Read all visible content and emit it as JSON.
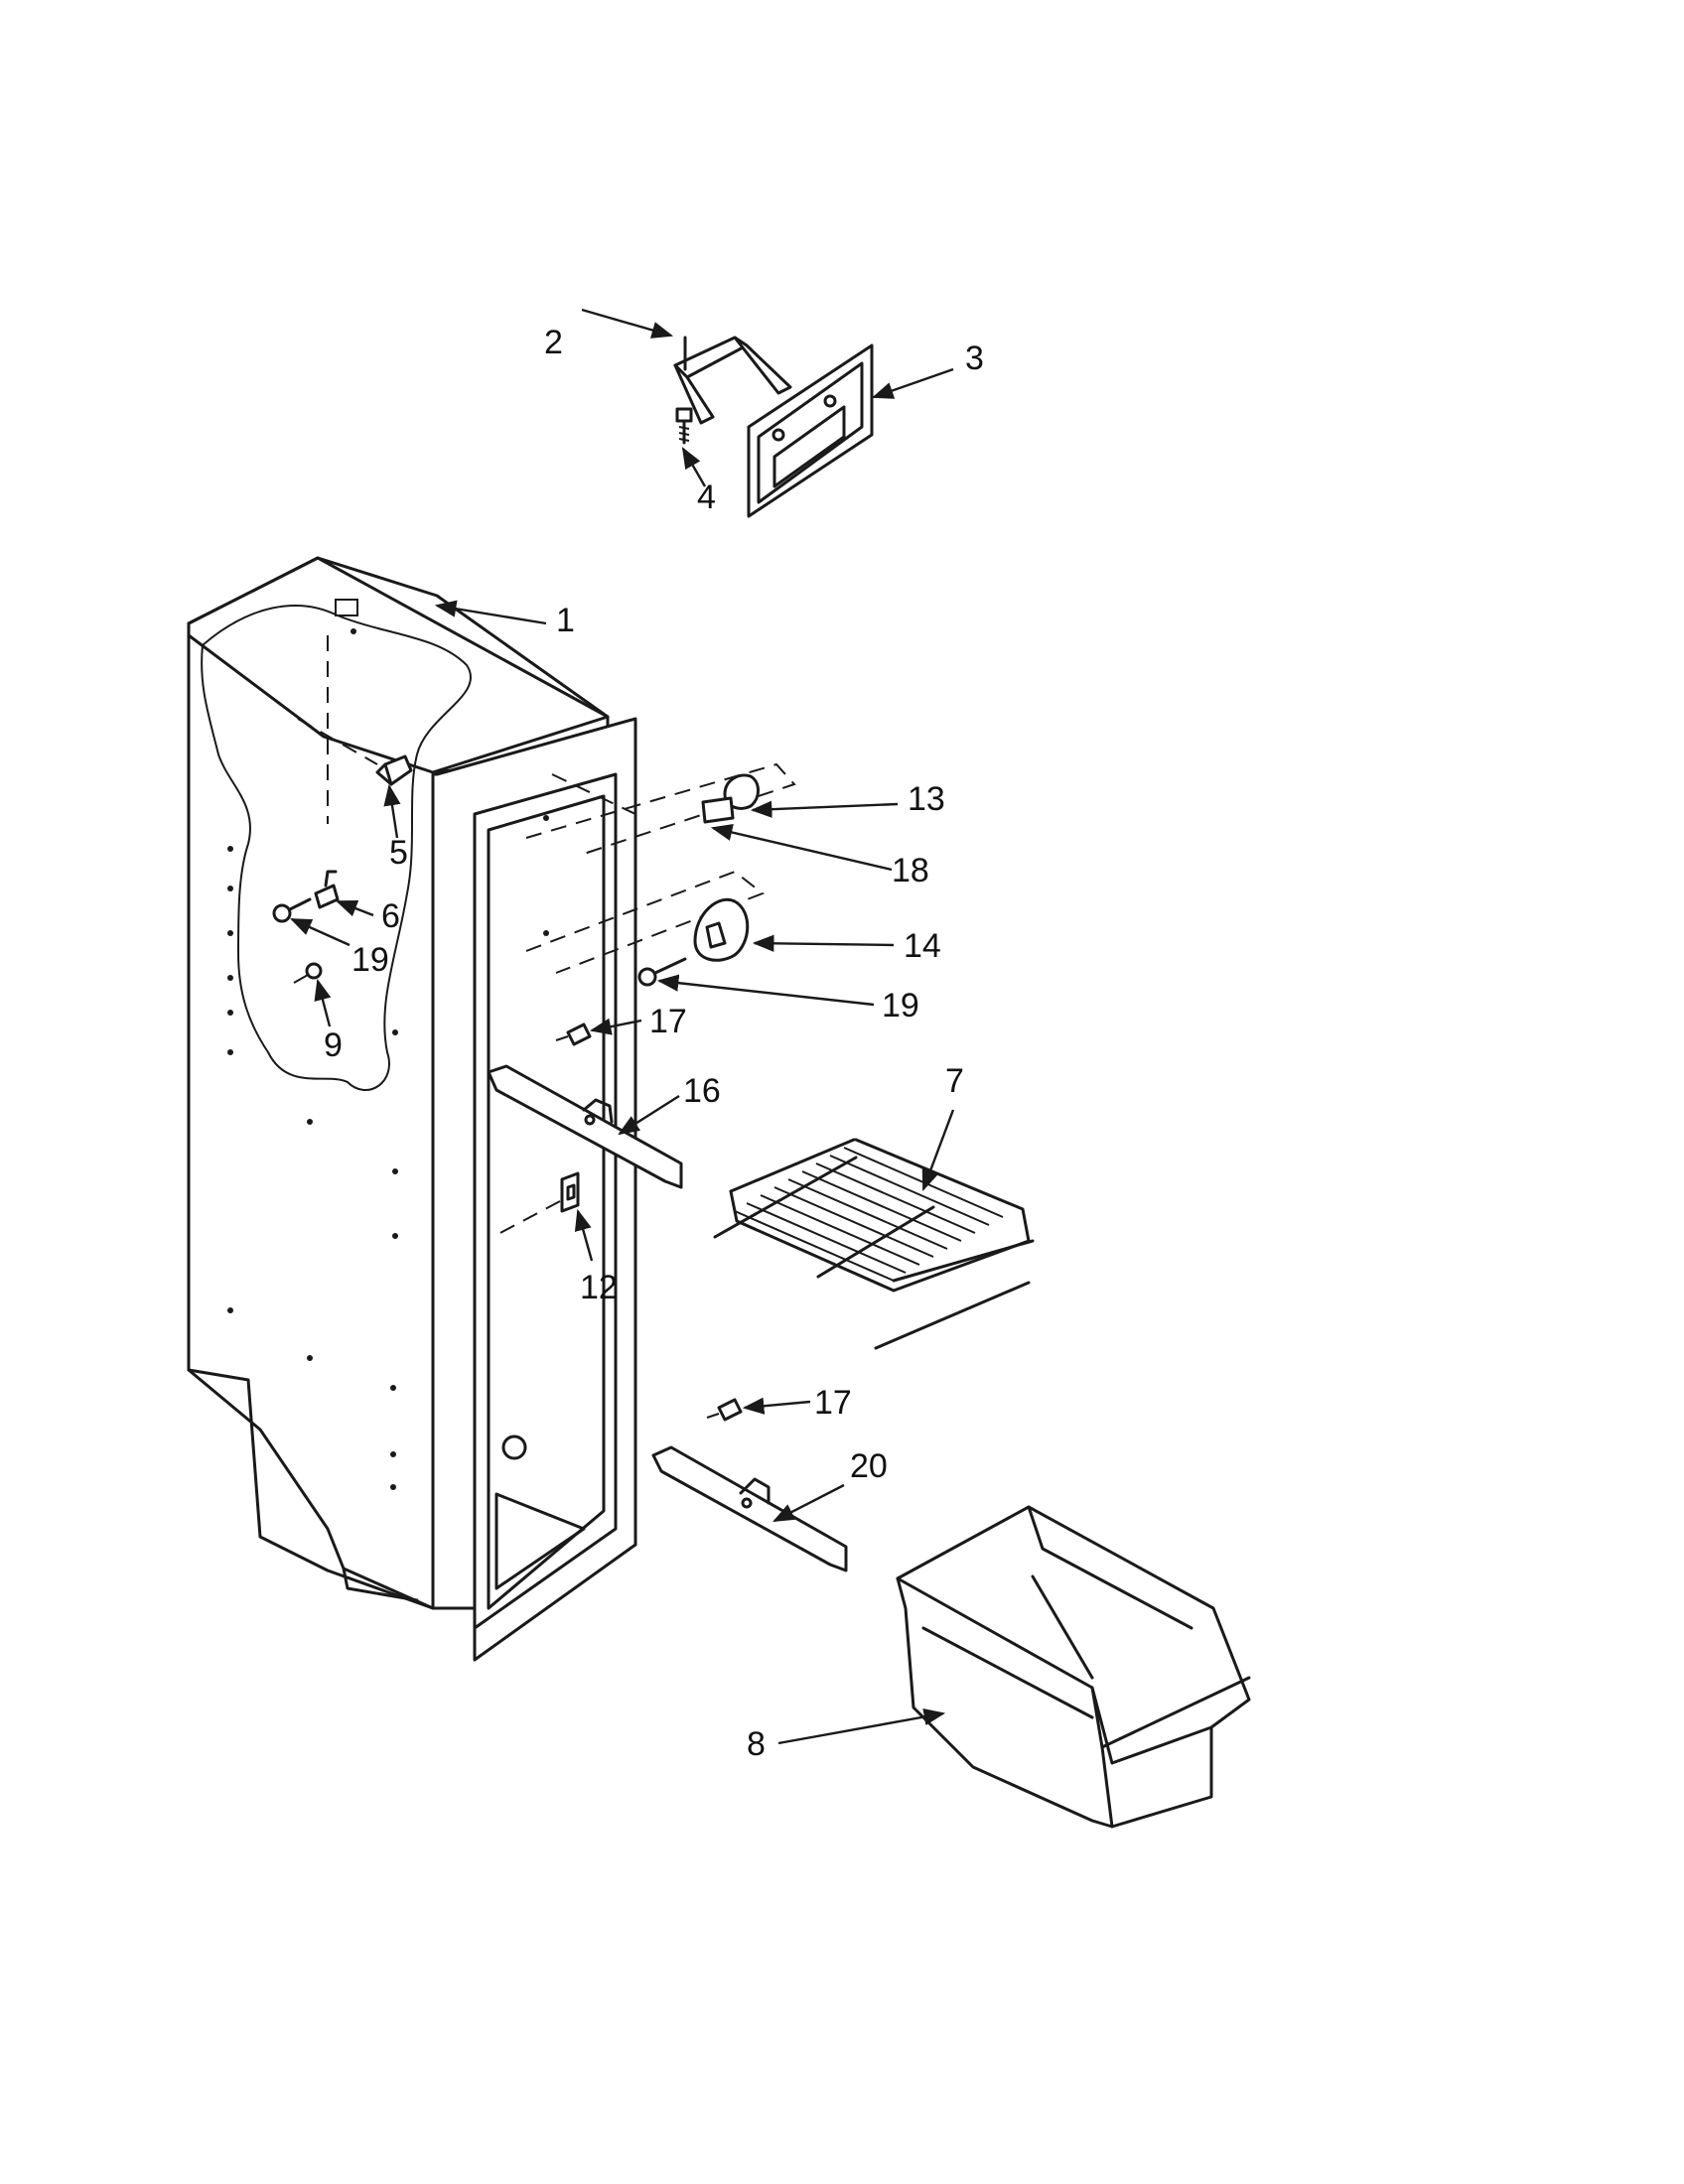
{
  "diagram": {
    "callouts": [
      {
        "id": "c2",
        "label": "2"
      },
      {
        "id": "c3",
        "label": "3"
      },
      {
        "id": "c4",
        "label": "4"
      },
      {
        "id": "c1",
        "label": "1"
      },
      {
        "id": "c13",
        "label": "13"
      },
      {
        "id": "c18",
        "label": "18"
      },
      {
        "id": "c5",
        "label": "5"
      },
      {
        "id": "c6",
        "label": "6"
      },
      {
        "id": "c14",
        "label": "14"
      },
      {
        "id": "c19a",
        "label": "19"
      },
      {
        "id": "c19b",
        "label": "19"
      },
      {
        "id": "c9",
        "label": "9"
      },
      {
        "id": "c17a",
        "label": "17"
      },
      {
        "id": "c16",
        "label": "16"
      },
      {
        "id": "c7",
        "label": "7"
      },
      {
        "id": "c12",
        "label": "12"
      },
      {
        "id": "c17b",
        "label": "17"
      },
      {
        "id": "c20",
        "label": "20"
      },
      {
        "id": "c8",
        "label": "8"
      }
    ]
  }
}
